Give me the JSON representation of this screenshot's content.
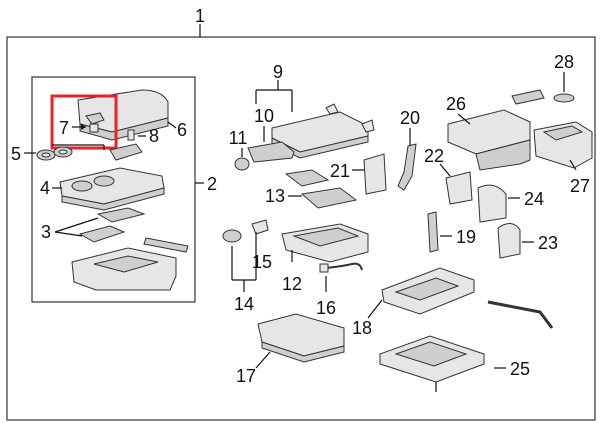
{
  "callouts": {
    "c1": "1",
    "c2": "2",
    "c3": "3",
    "c4": "4",
    "c5": "5",
    "c6": "6",
    "c7": "7",
    "c8": "8",
    "c9": "9",
    "c10": "10",
    "c11": "11",
    "c12": "12",
    "c13": "13",
    "c14": "14",
    "c15": "15",
    "c16": "16",
    "c17": "17",
    "c18": "18",
    "c19": "19",
    "c20": "20",
    "c21": "21",
    "c22": "22",
    "c23": "23",
    "c24": "24",
    "c25": "25",
    "c26": "26",
    "c27": "27",
    "c28": "28"
  },
  "colors": {
    "highlight": "#e8232a",
    "line": "#111111",
    "part_fill": "#e6e6e6"
  }
}
